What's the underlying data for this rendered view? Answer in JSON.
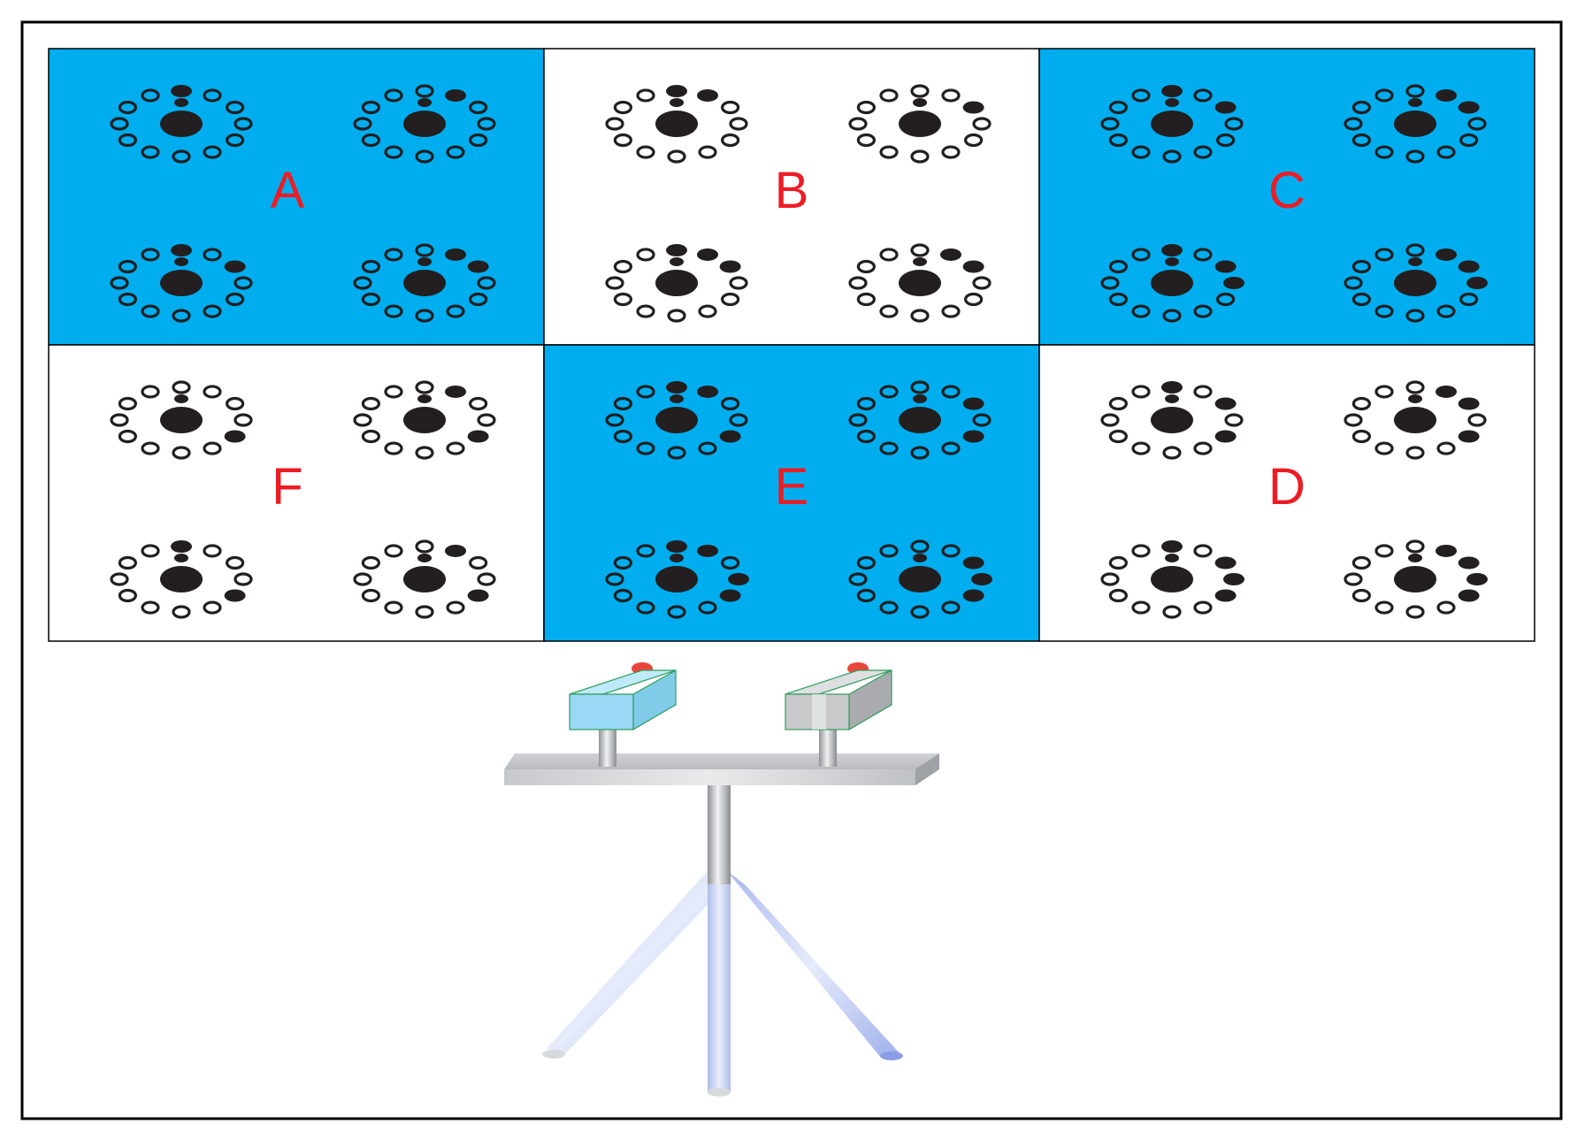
{
  "colors": {
    "blue_panel": "#00aeef",
    "white_panel": "#ffffff",
    "label": "#ed1c24",
    "marker": "#231f20",
    "frame": "#000000"
  },
  "panels": [
    {
      "label": "A",
      "background": "blue",
      "targets": [
        {
          "filled_ring_positions": [
            0
          ]
        },
        {
          "filled_ring_positions": [
            1
          ]
        },
        {
          "filled_ring_positions": [
            0,
            2
          ]
        },
        {
          "filled_ring_positions": [
            1,
            2
          ]
        }
      ]
    },
    {
      "label": "B",
      "background": "white",
      "targets": [
        {
          "filled_ring_positions": [
            0,
            1
          ]
        },
        {
          "filled_ring_positions": [
            2
          ]
        },
        {
          "filled_ring_positions": [
            0,
            1,
            2
          ]
        },
        {
          "filled_ring_positions": [
            1,
            2
          ]
        }
      ]
    },
    {
      "label": "C",
      "background": "blue",
      "targets": [
        {
          "filled_ring_positions": [
            0,
            2
          ]
        },
        {
          "filled_ring_positions": [
            1,
            2
          ]
        },
        {
          "filled_ring_positions": [
            0,
            2,
            3
          ]
        },
        {
          "filled_ring_positions": [
            1,
            2,
            3
          ]
        }
      ]
    },
    {
      "label": "F",
      "background": "white",
      "targets": [
        {
          "filled_ring_positions": [
            4
          ]
        },
        {
          "filled_ring_positions": [
            1,
            4
          ]
        },
        {
          "filled_ring_positions": [
            0,
            4
          ]
        },
        {
          "filled_ring_positions": [
            1,
            4
          ]
        }
      ]
    },
    {
      "label": "E",
      "background": "blue",
      "targets": [
        {
          "filled_ring_positions": [
            0,
            1,
            4
          ]
        },
        {
          "filled_ring_positions": [
            2,
            4
          ]
        },
        {
          "filled_ring_positions": [
            0,
            1,
            3,
            4
          ]
        },
        {
          "filled_ring_positions": [
            2,
            3,
            4
          ]
        }
      ]
    },
    {
      "label": "D",
      "background": "white",
      "targets": [
        {
          "filled_ring_positions": [
            0,
            2,
            4
          ]
        },
        {
          "filled_ring_positions": [
            1,
            2,
            4
          ]
        },
        {
          "filled_ring_positions": [
            0,
            2,
            3,
            4
          ]
        },
        {
          "filled_ring_positions": [
            1,
            2,
            3,
            4
          ]
        }
      ]
    }
  ],
  "camera_rig": {
    "camera_colors": [
      "#99d9f5",
      "#c9c9cc"
    ],
    "camera_outline": "#2e9d5a",
    "button_color": "#e8463c",
    "tripod_leg_color": "#b7c4ef"
  }
}
